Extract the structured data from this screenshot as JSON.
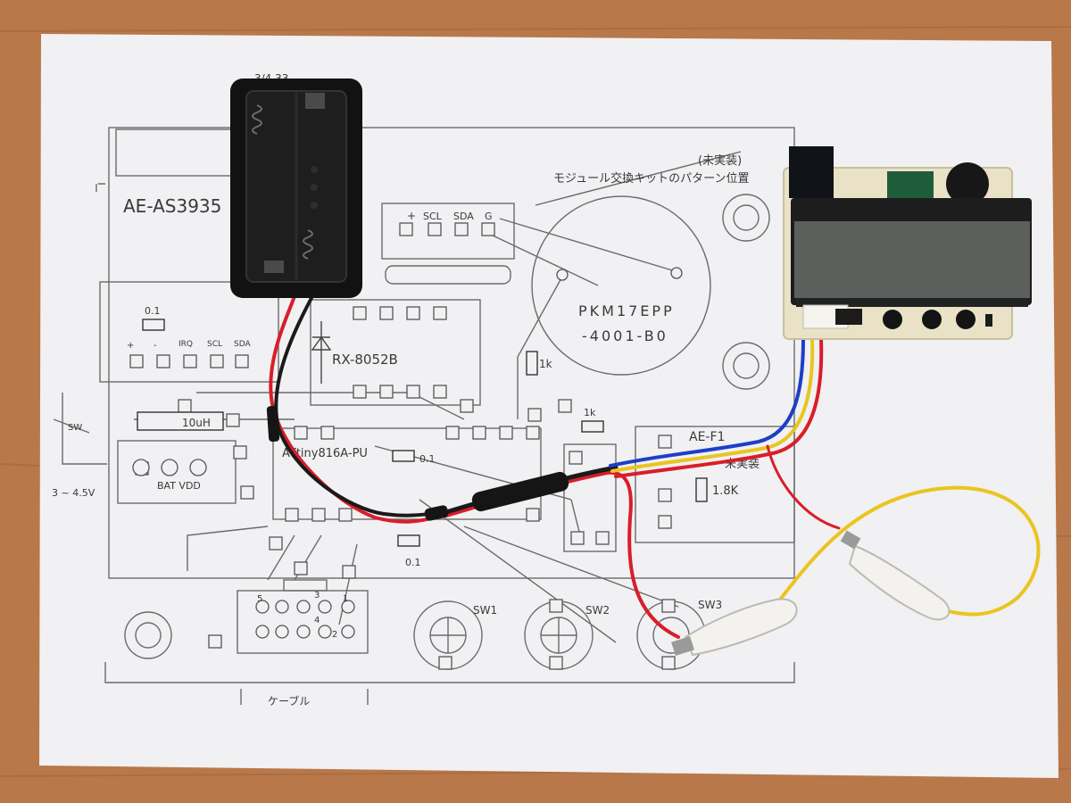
{
  "labels": {
    "note_top_left": "3/4 33",
    "module_as3935": "AE-AS3935",
    "header_plus": "+",
    "header_scl": "SCL",
    "header_sda": "SDA",
    "header_g": "G",
    "note_kit": "モジュール交換キットのパターン位置",
    "note_unmounted": "(未実装)",
    "buzzer_line1": "PKM17EPP",
    "buzzer_line2": "-4001-B0",
    "cap_01_left": "0.1",
    "pin_plus": "+",
    "pin_minus": "-",
    "pin_irq": "IRQ",
    "pin_scl": "SCL",
    "pin_sda": "SDA",
    "rtc": "RX-8052B",
    "res_1k_a": "1k",
    "res_1k_b": "1k",
    "switch_sw": "SW",
    "inductor": "10uH",
    "mcu": "ATtiny816A-PU",
    "cap_01_mid": "0.1",
    "cap_01_low": "0.1",
    "battery_pins": "BAT VDD",
    "voltage": "3 ~ 4.5V",
    "module_ae_right": "AE-F1",
    "unmounted_right": "未実装",
    "res_18k": "1.8K",
    "sw1": "SW1",
    "sw2": "SW2",
    "sw3": "SW3",
    "cable_label": "ケーブル",
    "pin_5": "5",
    "pin_3": "3",
    "pin_1": "1",
    "pin_4": "4",
    "pin_2": "2"
  },
  "colors": {
    "table": "#b8784a",
    "paper": "#f1f0f2",
    "pencil": "#6a6a6a",
    "battery": "#141414",
    "wire_red": "#d81e2a",
    "wire_blue": "#1d3fc6",
    "wire_yellow": "#e9c51e",
    "pcb": "#e9e2c6",
    "lcd": "#5a5f5c",
    "clip": "#f3f2ee"
  }
}
